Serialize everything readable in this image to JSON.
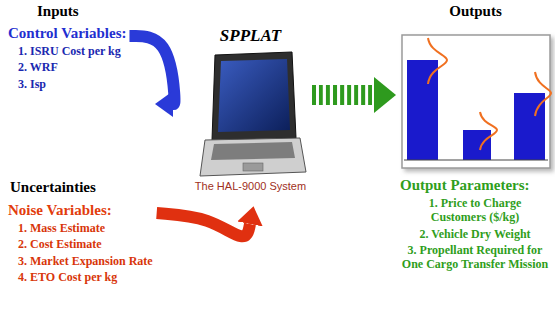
{
  "diagram": {
    "nodes": [
      {
        "text": [
          "Control Variables:",
          "1. ISRU Cost per kg",
          "2. WRF",
          "3. Isp"
        ]
      },
      {
        "text": [
          "Noise Variables:",
          "1. Mass Estimate",
          "2. Cost Estimate",
          "3. Market Expansion Rate",
          "4. ETO Cost per kg"
        ]
      },
      {
        "text": [
          "SPPLAT",
          "The HAL-9000 System"
        ]
      },
      {
        "text": [
          "Outputs"
        ]
      }
    ],
    "edges": [
      {
        "from": 0,
        "to": 2,
        "arrow": "to"
      },
      {
        "from": 1,
        "to": 2,
        "arrow": "to"
      },
      {
        "from": 2,
        "to": 3,
        "arrow": "to"
      }
    ],
    "labels": [
      "Inputs",
      "Uncertainties",
      "Output Parameters:",
      "1. Price to Charge Customers ($/kg)",
      "2. Vehicle Dry Weight",
      "3. Propellant Required for One Cargo Transfer Mission"
    ]
  }
}
